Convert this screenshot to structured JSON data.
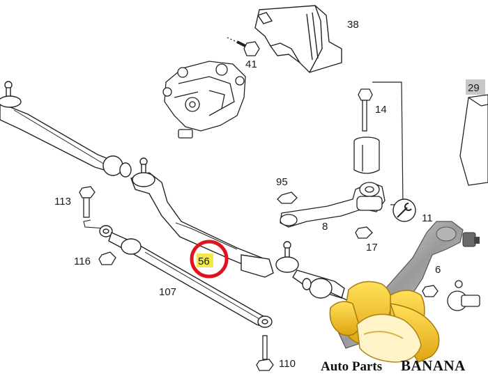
{
  "diagram": {
    "callouts": [
      {
        "id": "38",
        "label": "38"
      },
      {
        "id": "41",
        "label": "41"
      },
      {
        "id": "29",
        "label": "29"
      },
      {
        "id": "14",
        "label": "14"
      },
      {
        "id": "95",
        "label": "95"
      },
      {
        "id": "113",
        "label": "113"
      },
      {
        "id": "11",
        "label": "11"
      },
      {
        "id": "8",
        "label": "8"
      },
      {
        "id": "17",
        "label": "17"
      },
      {
        "id": "116",
        "label": "116"
      },
      {
        "id": "56",
        "label": "56"
      },
      {
        "id": "6",
        "label": "6"
      },
      {
        "id": "107",
        "label": "107"
      },
      {
        "id": "110",
        "label": "110"
      }
    ],
    "highlighted_part": "56",
    "colors": {
      "line": "#222222",
      "highlight_fill": "#f4e94a",
      "highlight_ring": "#e0121e",
      "callout_box": "#c8c8c8",
      "banana_yellow": "#f2c31c",
      "banana_dark": "#b0841a"
    }
  },
  "watermark": {
    "brand_prefix": "Auto Parts",
    "brand_name": "BANANA"
  }
}
